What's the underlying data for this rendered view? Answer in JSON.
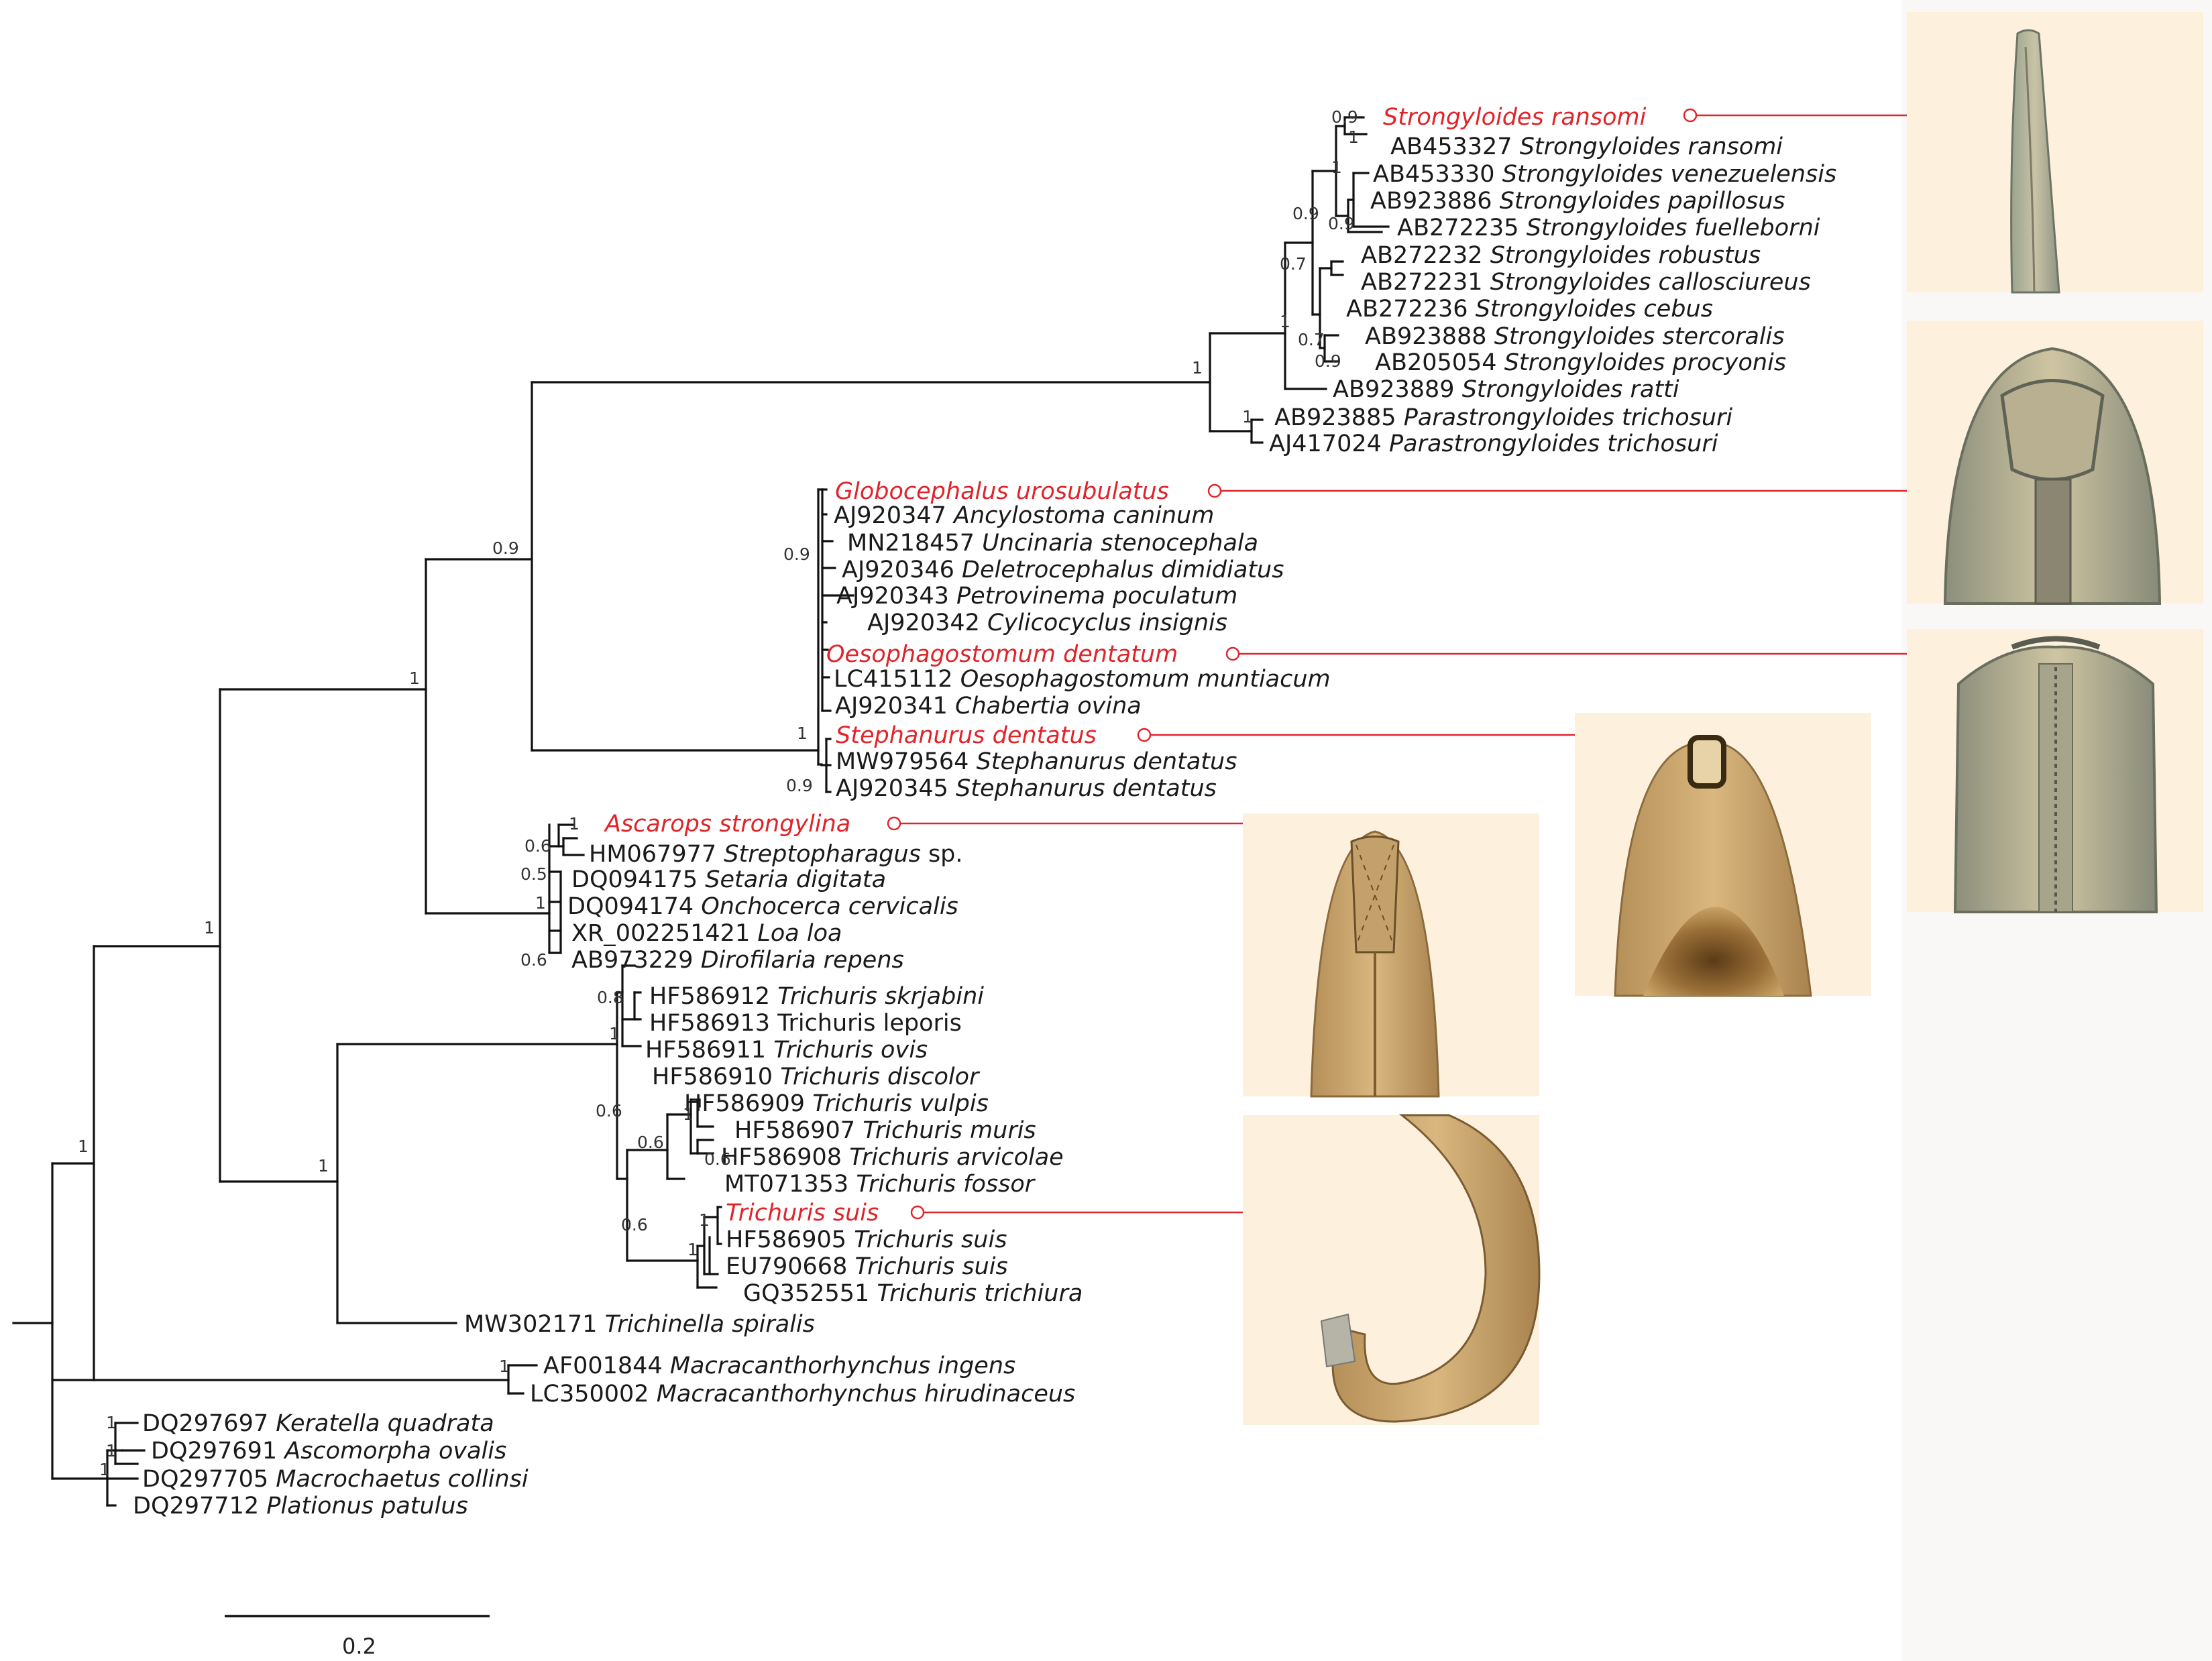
{
  "scale_bar_label": "0.2",
  "highlight_color": "#e0242a",
  "taxa": [
    {
      "id": "t1",
      "acc": "",
      "name": "Strongyloides ransomi",
      "red": true
    },
    {
      "id": "t2",
      "acc": "AB453327",
      "name": "Strongyloides ransomi"
    },
    {
      "id": "t3",
      "acc": "AB453330",
      "name": "Strongyloides venezuelensis"
    },
    {
      "id": "t4",
      "acc": "AB923886",
      "name": "Strongyloides papillosus"
    },
    {
      "id": "t5",
      "acc": "AB272235",
      "name": "Strongyloides fuelleborni"
    },
    {
      "id": "t6",
      "acc": "AB272232",
      "name": "Strongyloides robustus"
    },
    {
      "id": "t7",
      "acc": "AB272231",
      "name": "Strongyloides callosciureus"
    },
    {
      "id": "t8",
      "acc": "AB272236",
      "name": "Strongyloides cebus"
    },
    {
      "id": "t9",
      "acc": "AB923888",
      "name": "Strongyloides stercoralis"
    },
    {
      "id": "t10",
      "acc": "AB205054",
      "name": "Strongyloides procyonis"
    },
    {
      "id": "t11",
      "acc": "AB923889",
      "name": "Strongyloides ratti"
    },
    {
      "id": "t12",
      "acc": "AB923885",
      "name": "Parastrongyloides trichosuri"
    },
    {
      "id": "t13",
      "acc": "AJ417024",
      "name": "Parastrongyloides trichosuri"
    },
    {
      "id": "t14",
      "acc": "",
      "name": "Globocephalus urosubulatus",
      "red": true
    },
    {
      "id": "t15",
      "acc": "AJ920347",
      "name": "Ancylostoma caninum"
    },
    {
      "id": "t16",
      "acc": "MN218457",
      "name": "Uncinaria stenocephala"
    },
    {
      "id": "t17",
      "acc": "AJ920346",
      "name": "Deletrocephalus dimidiatus"
    },
    {
      "id": "t18",
      "acc": "AJ920343",
      "name": "Petrovinema poculatum"
    },
    {
      "id": "t19",
      "acc": "AJ920342",
      "name": "Cylicocyclus insignis"
    },
    {
      "id": "t20",
      "acc": "",
      "name": "Oesophagostomum dentatum",
      "red": true
    },
    {
      "id": "t21",
      "acc": "LC415112",
      "name": "Oesophagostomum muntiacum"
    },
    {
      "id": "t22",
      "acc": "AJ920341",
      "name": "Chabertia ovina"
    },
    {
      "id": "t23",
      "acc": "",
      "name": "Stephanurus dentatus",
      "red": true
    },
    {
      "id": "t24",
      "acc": "MW979564",
      "name": "Stephanurus dentatus"
    },
    {
      "id": "t25",
      "acc": "AJ920345",
      "name": "Stephanurus dentatus"
    },
    {
      "id": "t26",
      "acc": "",
      "name": "Ascarops strongylina",
      "red": true
    },
    {
      "id": "t27",
      "acc": "HM067977",
      "name": "Streptopharagus",
      "suffix": " sp."
    },
    {
      "id": "t28",
      "acc": "DQ094175",
      "name": "Setaria digitata"
    },
    {
      "id": "t29",
      "acc": "DQ094174",
      "name": "Onchocerca cervicalis"
    },
    {
      "id": "t30",
      "acc": "XR_002251421",
      "name": "Loa loa"
    },
    {
      "id": "t31",
      "acc": "AB973229",
      "name": "Dirofilaria repens"
    },
    {
      "id": "t32",
      "acc": "HF586912",
      "name": "Trichuris skrjabini"
    },
    {
      "id": "t33",
      "acc": "HF586913",
      "name": "Trichuris leporis",
      "plain": true
    },
    {
      "id": "t34",
      "acc": "HF586911",
      "name": "Trichuris ovis"
    },
    {
      "id": "t35",
      "acc": "HF586910",
      "name": "Trichuris discolor"
    },
    {
      "id": "t36",
      "acc": "HF586909",
      "name": "Trichuris vulpis"
    },
    {
      "id": "t37",
      "acc": "HF586907",
      "name": " Trichuris muris"
    },
    {
      "id": "t38",
      "acc": "HF586908",
      "name": "Trichuris arvicolae"
    },
    {
      "id": "t39",
      "acc": "MT071353",
      "name": "Trichuris fossor"
    },
    {
      "id": "t40",
      "acc": "",
      "name": "Trichuris suis",
      "red": true
    },
    {
      "id": "t41",
      "acc": "HF586905",
      "name": "Trichuris suis"
    },
    {
      "id": "t42",
      "acc": "EU790668",
      "name": "Trichuris suis"
    },
    {
      "id": "t43",
      "acc": "GQ352551",
      "name": "Trichuris trichiura"
    },
    {
      "id": "t44",
      "acc": "MW302171",
      "name": "Trichinella spiralis"
    },
    {
      "id": "t45",
      "acc": "AF001844",
      "name": "Macracanthorhynchus ingens"
    },
    {
      "id": "t46",
      "acc": "LC350002",
      "name": "Macracanthorhynchus hirudinaceus"
    },
    {
      "id": "t47",
      "acc": "DQ297697",
      "name": "Keratella quadrata"
    },
    {
      "id": "t48",
      "acc": "DQ297691",
      "name": "Ascomorpha ovalis"
    },
    {
      "id": "t49",
      "acc": "DQ297705",
      "name": "Macrochaetus collinsi"
    },
    {
      "id": "t50",
      "acc": "DQ297712",
      "name": "Plationus patulus"
    }
  ],
  "support": [
    {
      "id": "s1",
      "text": "0.9"
    },
    {
      "id": "s2",
      "text": "1"
    },
    {
      "id": "s3",
      "text": "1"
    },
    {
      "id": "s4",
      "text": "0.9"
    },
    {
      "id": "s5",
      "text": "0.9"
    },
    {
      "id": "s6",
      "text": "0.7"
    },
    {
      "id": "s7",
      "text": "1"
    },
    {
      "id": "s8",
      "text": "0.7"
    },
    {
      "id": "s9",
      "text": "0.9"
    },
    {
      "id": "s10",
      "text": "1"
    },
    {
      "id": "s11",
      "text": "1"
    },
    {
      "id": "s12",
      "text": "0.9"
    },
    {
      "id": "s13",
      "text": "0.9"
    },
    {
      "id": "s14",
      "text": "1"
    },
    {
      "id": "s15",
      "text": "0.9"
    },
    {
      "id": "s16",
      "text": "1"
    },
    {
      "id": "s17",
      "text": "1"
    },
    {
      "id": "s18",
      "text": "0.6"
    },
    {
      "id": "s19",
      "text": "0.5"
    },
    {
      "id": "s20",
      "text": "1"
    },
    {
      "id": "s21",
      "text": "0.6"
    },
    {
      "id": "s22",
      "text": "0.8"
    },
    {
      "id": "s23",
      "text": "1"
    },
    {
      "id": "s24",
      "text": "0.6"
    },
    {
      "id": "s25",
      "text": "1"
    },
    {
      "id": "s26",
      "text": "0.6"
    },
    {
      "id": "s27",
      "text": "0.6"
    },
    {
      "id": "s28",
      "text": "0.6"
    },
    {
      "id": "s29",
      "text": "1"
    },
    {
      "id": "s30",
      "text": "1"
    },
    {
      "id": "s31",
      "text": "1"
    },
    {
      "id": "s32",
      "text": "1"
    },
    {
      "id": "s33",
      "text": "1"
    },
    {
      "id": "s34",
      "text": "1"
    },
    {
      "id": "s35",
      "text": "1"
    },
    {
      "id": "s36",
      "text": "1"
    },
    {
      "id": "s37",
      "text": "1"
    }
  ]
}
